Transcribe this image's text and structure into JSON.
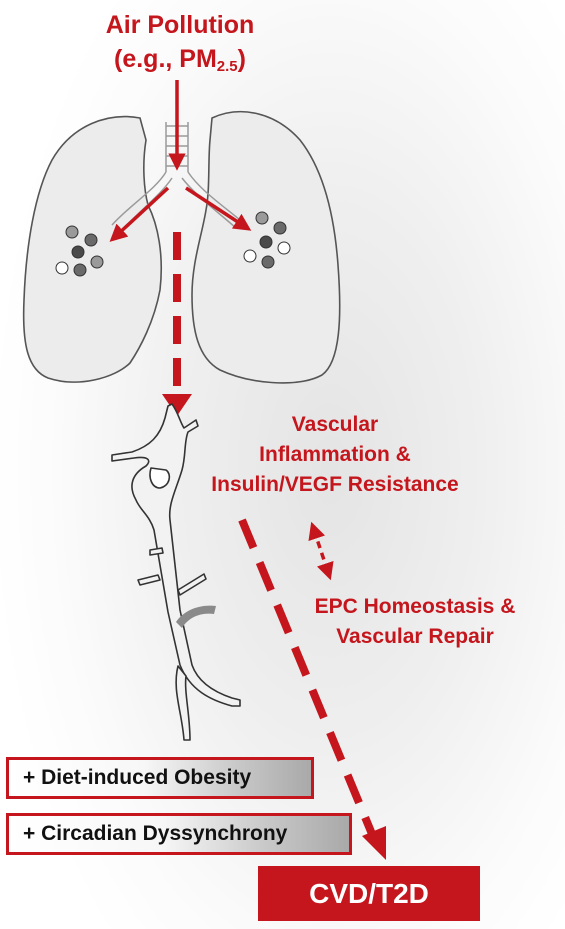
{
  "title": {
    "line1": "Air Pollution",
    "line2_prefix": "(e.g., PM",
    "line2_sub": "2.5",
    "line2_suffix": ")"
  },
  "labels": {
    "inflammation_line1": "Vascular",
    "inflammation_line2": "Inflammation &",
    "inflammation_line3": "Insulin/VEGF Resistance",
    "epc_line1": "EPC Homeostasis &",
    "epc_line2": "Vascular Repair"
  },
  "factors": {
    "obesity": "+ Diet-induced Obesity",
    "circadian": "+ Circadian Dyssynchrony"
  },
  "outcome": "CVD/T2D",
  "colors": {
    "accent_red": "#c4161c",
    "organ_fill": "#ececec",
    "organ_stroke": "#555555"
  },
  "icons": [
    "lungs-illustration",
    "aorta-illustration",
    "particle-icon"
  ]
}
